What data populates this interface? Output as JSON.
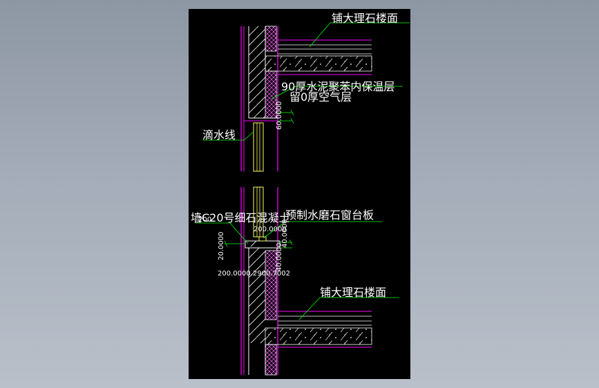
{
  "viewport": {
    "background": "#000000"
  },
  "colors": {
    "magenta": "#ff00ff",
    "green": "#00ff00",
    "yellow": "#ffff66",
    "white": "#ffffff",
    "cyan": "#00ffff"
  },
  "labels": {
    "floor_top": "铺大理石楼面",
    "insulation_1": "90厚水泥聚苯内保温层",
    "insulation_2": "留0厚空气层",
    "drip_line": "滴水线",
    "concrete": "墙C20号细石混凝土",
    "sill_board": "预制水磨石窗台板",
    "floor_bottom": "铺大理石楼面"
  },
  "dimensions": {
    "dim_vertical_upper": "60.0000",
    "dim_200_right": "200.0000",
    "dim_40_vertical": "40.0000",
    "dim_vertical_lower": "40.0000",
    "dim_left_vertical": "20.0000",
    "dim_left_top": "200",
    "dim_bottom_row": "200.0000.2900.7002"
  }
}
